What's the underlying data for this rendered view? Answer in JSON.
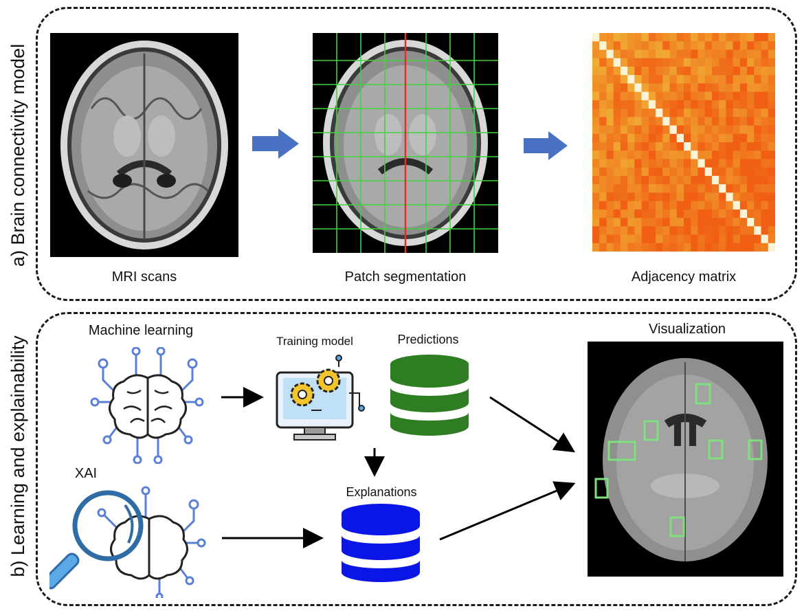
{
  "panel_a": {
    "label": "a) Brain connectivity model",
    "captions": [
      "MRI scans",
      "Patch segmentation",
      "Adjacency matrix"
    ]
  },
  "panel_b": {
    "label": "b) Learning and explainability",
    "machine_learning": "Machine learning",
    "xai": "XAI",
    "training_model": "Training model",
    "predictions": "Predictions",
    "explanations": "Explanations",
    "visualization": "Visualization"
  },
  "colors": {
    "predictions_db": "#2e7d22",
    "explanations_db": "#0a16e6",
    "arrow_block": "#4a72c4",
    "grid_line": "#3fd43f",
    "midline": "#e0302a",
    "roi_box": "#7ee07e",
    "brain_icon_accent": "#5a7fd6"
  },
  "icons": [
    "mri-scan-image",
    "patch-grid-image",
    "adjacency-matrix-heatmap",
    "brain-circuit-icon",
    "magnifier-brain-icon",
    "computer-gears-icon",
    "database-icon",
    "visualization-brain-image"
  ]
}
